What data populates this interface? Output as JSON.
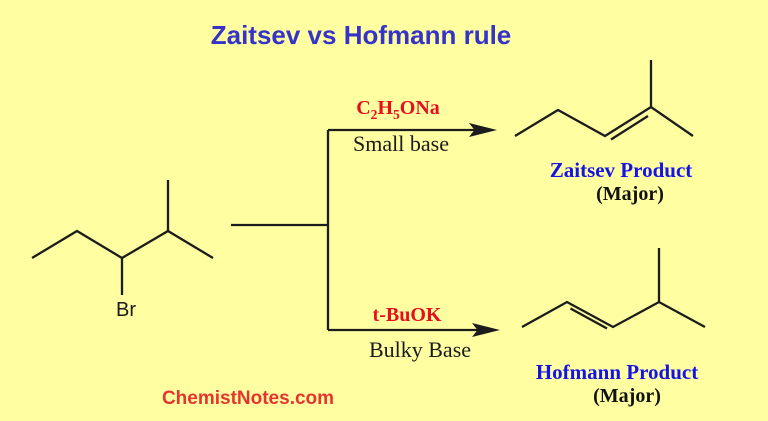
{
  "title": "Zaitsev vs Hofmann rule",
  "colors": {
    "background": "#ffffa2",
    "title_blue": "#3533c8",
    "product_blue": "#1414e6",
    "reagent_red": "#e50f1f",
    "watermark_red": "#e8342e",
    "bond_black": "#1c1c1c"
  },
  "substrate": {
    "br_label": "Br"
  },
  "pathways": {
    "top": {
      "reagent": {
        "c": "C",
        "sub2": "2",
        "h": "H",
        "sub5": "5",
        "rest": "ONa"
      },
      "base_type": "Small base",
      "product": {
        "name": "Zaitsev Product",
        "major": "(Major)"
      }
    },
    "bottom": {
      "reagent": "t-BuOK",
      "base_type": "Bulky Base",
      "product": {
        "name": "Hofmann Product",
        "major": "(Major)"
      }
    }
  },
  "watermark": "ChemistNotes.com"
}
